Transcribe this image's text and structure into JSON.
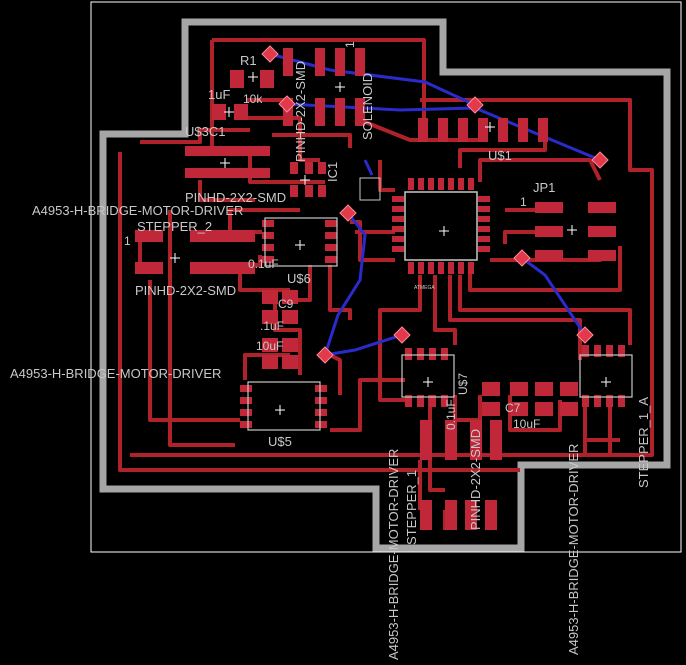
{
  "colors": {
    "background": "#000000",
    "board_outline": "#ffffff",
    "keepout": "#a6a6a6",
    "trace": "#b0222a",
    "pad": "#c0283a",
    "airwire": "#2b2bcc",
    "via": "#e23a4a",
    "label": "#c8c8c8"
  },
  "labels": {
    "r1": "R1",
    "r1_value": "10k",
    "c_1uf": "1uF",
    "usc1": "U$3C1",
    "pinhd_top_rot": "PINHD-2X2-SMD",
    "solenoid": "SOLENOID",
    "pin1_solenoid": "1",
    "ic1": "IC1",
    "pinhd_mid": "PINHD-2X2-SMD",
    "us1": "U$1",
    "jp1": "JP1",
    "jp1_pin": "1",
    "a4953_top": "A4953-H-BRIDGE-MOTOR-DRIVER",
    "stepper2": "STEPPER_2",
    "stepper2_pin": "1",
    "c_01uf_a": "0.1uF",
    "us6": "U$6",
    "pinhd_left": "PINHD-2X2-SMD",
    "c_01uf_b": ".1uF",
    "c_10uf_a": "10uF",
    "c9": "C9",
    "a4953_mid": "A4953-H-BRIDGE-MOTOR-DRIVER",
    "us5": "U$5",
    "a4953_bottom_a": "A4953-H-BRIDGE-MOTOR-DRIVER",
    "stepper1": "STEPPER_1",
    "pinhd_bottom_rot": "PINHD-2X2-SMD",
    "c_01uf_c": "0.1uF",
    "c7": "C7",
    "c_10uf_b": "10uF",
    "a4953_bottom_b": "A4953-H-BRIDGE-MOTOR-DRIVER",
    "stepper1a": "STEPPER_1_A",
    "us7": "U$7",
    "atmega": "ATMEGA"
  }
}
